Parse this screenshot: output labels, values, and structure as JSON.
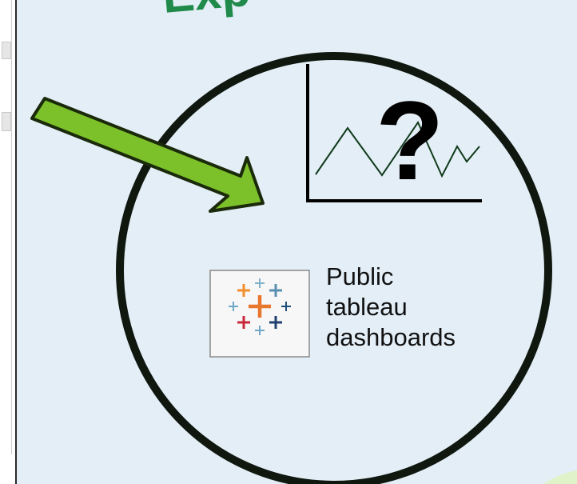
{
  "banner": {
    "partial_title": "Exp"
  },
  "tableau": {
    "caption_lines": [
      "Public",
      "tableau",
      "dashboards"
    ]
  },
  "colors": {
    "panel_bg": "#e3eef7",
    "arrow_fill": "#7cc02a",
    "circle_stroke": "#0f170f",
    "title_color": "#1f8a4a"
  },
  "icons": {
    "chart": "line-chart-question-icon",
    "logo": "tableau-logo-icon"
  }
}
